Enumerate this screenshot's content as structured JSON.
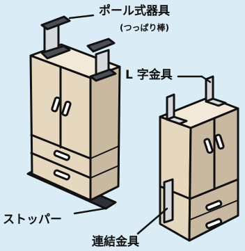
{
  "labels": {
    "pole_fixture": "ポール式器具",
    "pole_fixture_note": "(つっぱり棒)",
    "l_bracket": "L 字金具",
    "stopper": "ストッパー",
    "connector": "連結金具"
  },
  "colors": {
    "background": "#daedf7",
    "cabinet_front": "#e6d7bf",
    "cabinet_side": "#c9b9a1",
    "cabinet_top": "#f3e9d8",
    "fixture_light": "#d7dadc",
    "fixture_dark": "#4a4f55",
    "outline": "#111111"
  }
}
